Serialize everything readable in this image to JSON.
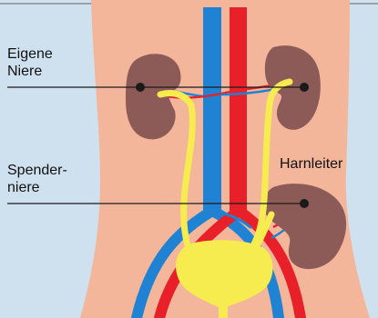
{
  "labels": {
    "eigene_line1": "Eigene",
    "eigene_line2": "Niere",
    "spender_line1": "Spender-",
    "spender_line2": "niere",
    "harnleiter": "Harnleiter"
  },
  "colors": {
    "background": "#cfe0ef",
    "body": "#f4b69a",
    "kidney": "#8c5a57",
    "artery": "#e8202a",
    "vein": "#1f82d2",
    "ureter": "#f7ec4f",
    "bladder": "#f7ec4f",
    "pointer": "#1a1a1a"
  }
}
